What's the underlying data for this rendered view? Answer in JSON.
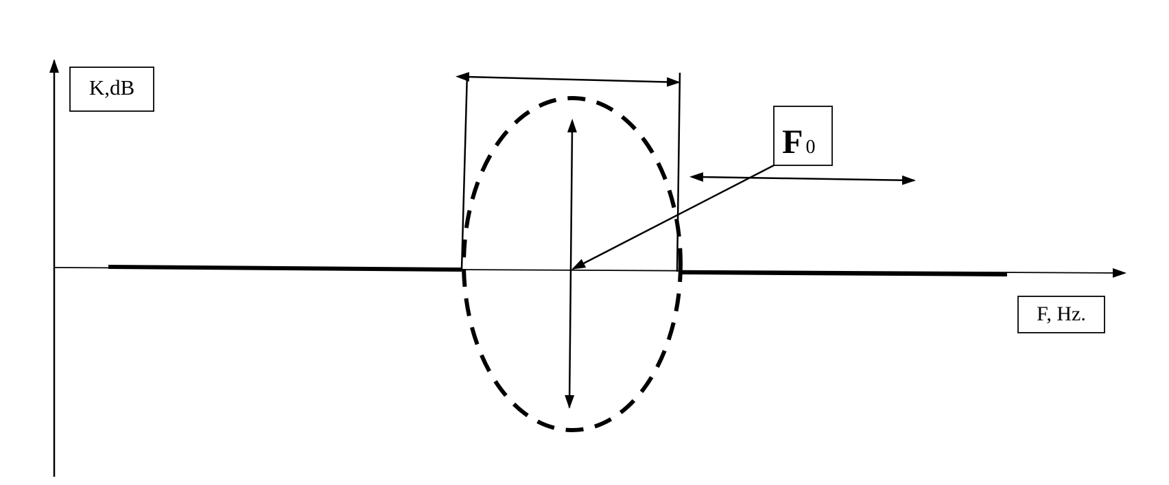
{
  "labels": {
    "y_axis": "K,dB",
    "x_axis": "F, Hz.",
    "center_symbol": "F",
    "center_subscript": "0"
  },
  "colors": {
    "ink": "#000000",
    "background": "#ffffff"
  }
}
